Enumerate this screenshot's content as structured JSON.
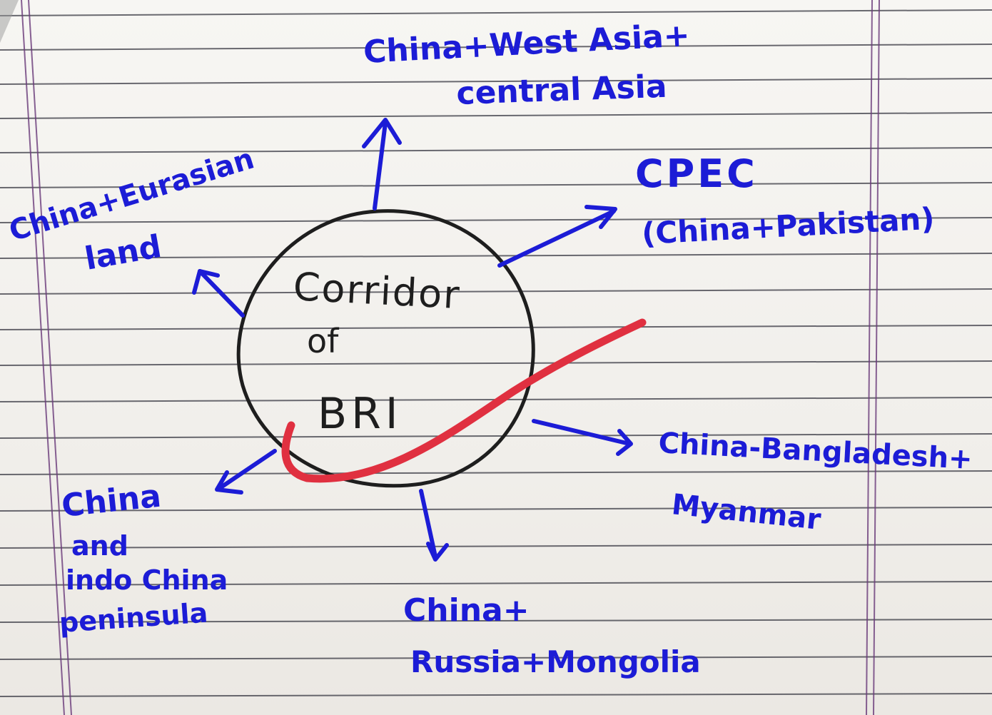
{
  "center": {
    "line1": "Corridor",
    "line2": "of",
    "line3": "BRI"
  },
  "branches": {
    "top": {
      "line1": "China+West Asia+",
      "line2": "central Asia"
    },
    "top_right": {
      "line1": "CPEC",
      "line2": "(China+Pakistan)"
    },
    "right": {
      "line1": "China-Bangladesh+",
      "line2": "Myanmar"
    },
    "bottom": {
      "line1": "China+",
      "line2": "Russia+Mongolia"
    },
    "bottom_left": {
      "line1": "China",
      "line2": "and",
      "line3": "indo China",
      "line4": "peninsula"
    },
    "top_left": {
      "line1": "China+Eurasian",
      "line2": "land"
    }
  },
  "colors": {
    "ink": "#1c1cd6",
    "pencil": "#1e1e1e",
    "tick": "#e03040",
    "rule": "#3a3a44",
    "margin": "#6a3a7a"
  }
}
